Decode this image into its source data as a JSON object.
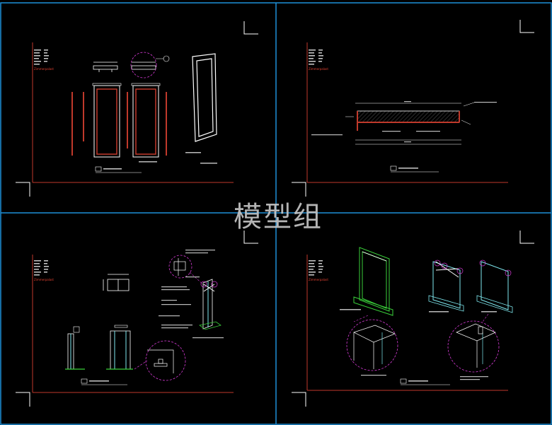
{
  "watermark": "模型组",
  "colors": {
    "background": "#000000",
    "viewport_border": "#1e8fd8",
    "frame_red": "#c0392b",
    "magenta": "#d63bd6",
    "green": "#3ad13a",
    "cyan": "#7fe9f0",
    "white": "#ffffff"
  },
  "viewports": [
    {
      "id": "top-left",
      "brand": "Zimmerpalast"
    },
    {
      "id": "top-right",
      "brand": "Zimmerpalast"
    },
    {
      "id": "bottom-left",
      "brand": "Zimmerpalast"
    },
    {
      "id": "bottom-right",
      "brand": "Zimmerpalast"
    }
  ]
}
